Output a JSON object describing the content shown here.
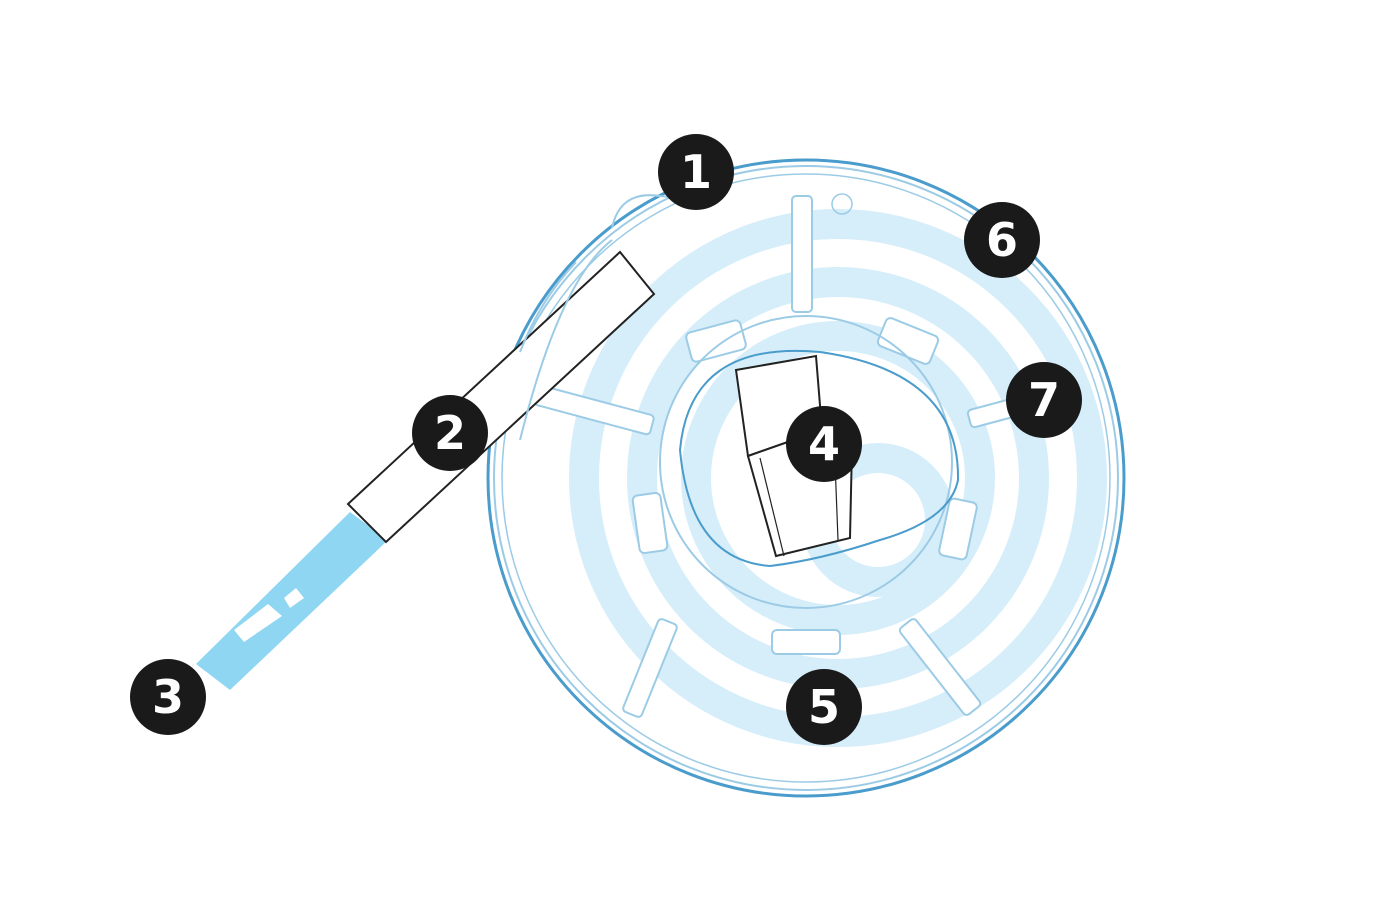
{
  "colors": {
    "background": "#ffffff",
    "tape_fill": "#d6eefa",
    "tape_strip": "#8fd6f2",
    "outline": "#4a9ccc",
    "outline_light": "#9ccbe6",
    "dark_line": "#222222",
    "callout_fill": "#1a1a1a",
    "callout_text": "#ffffff"
  },
  "callouts": [
    {
      "id": "1",
      "label": "1"
    },
    {
      "id": "2",
      "label": "2"
    },
    {
      "id": "3",
      "label": "3"
    },
    {
      "id": "4",
      "label": "4"
    },
    {
      "id": "5",
      "label": "5"
    },
    {
      "id": "6",
      "label": "6"
    },
    {
      "id": "7",
      "label": "7"
    }
  ]
}
